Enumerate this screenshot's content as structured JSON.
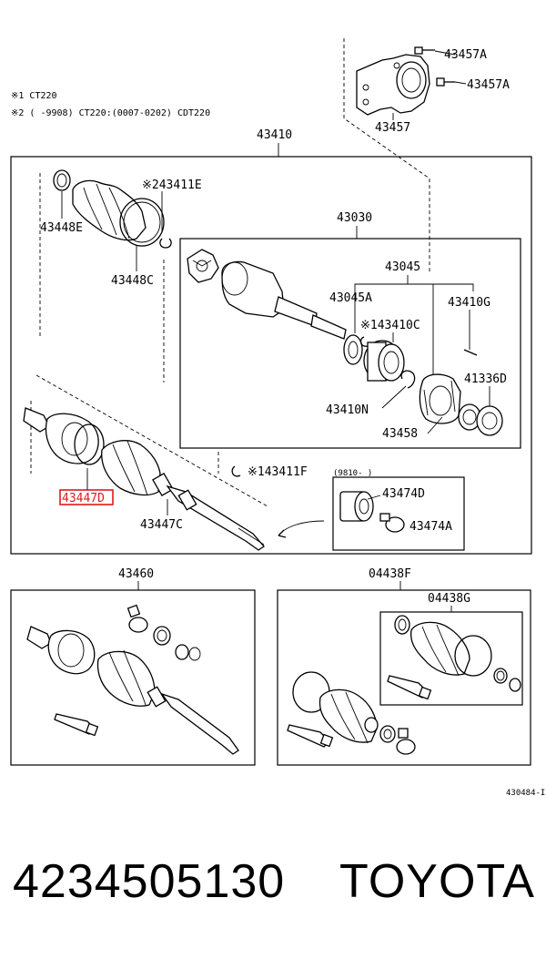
{
  "notes": {
    "note1": "※1 CT220",
    "note2": "※2 (    -9908) CT220:(0007-0202) CDT220"
  },
  "labels": {
    "l43457a_1": "43457A",
    "l43457a_2": "43457A",
    "l43457": "43457",
    "l43410": "43410",
    "l43411e": "※243411E",
    "l43448e": "43448E",
    "l43448c": "43448C",
    "l43030": "43030",
    "l43045": "43045",
    "l43045a": "43045A",
    "l43410g": "43410G",
    "l43410c": "※143410C",
    "l41336d": "41336D",
    "l43410n": "43410N",
    "l43458": "43458",
    "l43411f": "※143411F",
    "l9810": "(9810-    )",
    "l43474d": "43474D",
    "l43474a": "43474A",
    "l43447d": "43447D",
    "l43447c": "43447C",
    "l43460": "43460",
    "l04438f": "04438F",
    "l04438g": "04438G",
    "code": "430484-I"
  },
  "footer": {
    "part_number": "4234505130",
    "brand": "TOYOTA"
  },
  "colors": {
    "line": "#000000",
    "highlight": "#e01b1b"
  }
}
